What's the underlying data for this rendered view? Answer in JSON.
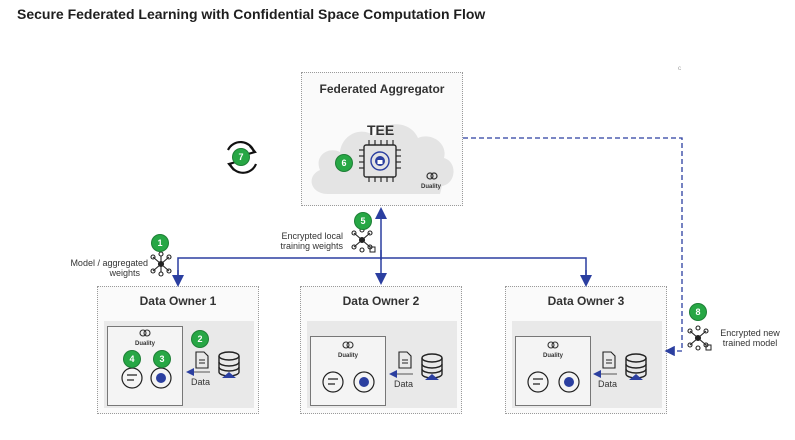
{
  "title": "Secure Federated Learning with Confidential Space Computation Flow",
  "corner_mark": "ᶜ",
  "aggregator": {
    "title": "Federated Aggregator",
    "tee_label": "TEE",
    "brand": "Duality"
  },
  "owners": [
    {
      "title": "Data Owner 1",
      "brand": "Duality",
      "data_label": "Data"
    },
    {
      "title": "Data Owner 2",
      "brand": "Duality",
      "data_label": "Data"
    },
    {
      "title": "Data Owner 3",
      "brand": "Duality",
      "data_label": "Data"
    }
  ],
  "labels": {
    "model_aggregated": [
      "Model / aggregated",
      "weights"
    ],
    "encrypted_local": [
      "Encrypted local",
      "training weights"
    ],
    "encrypted_new": [
      "Encrypted new",
      "trained model"
    ]
  },
  "steps": [
    "1",
    "2",
    "3",
    "4",
    "5",
    "6",
    "7",
    "8"
  ],
  "colors": {
    "arrow": "#2b3fa0",
    "badge": "#27a745",
    "cloud": "#e4e4e4"
  }
}
